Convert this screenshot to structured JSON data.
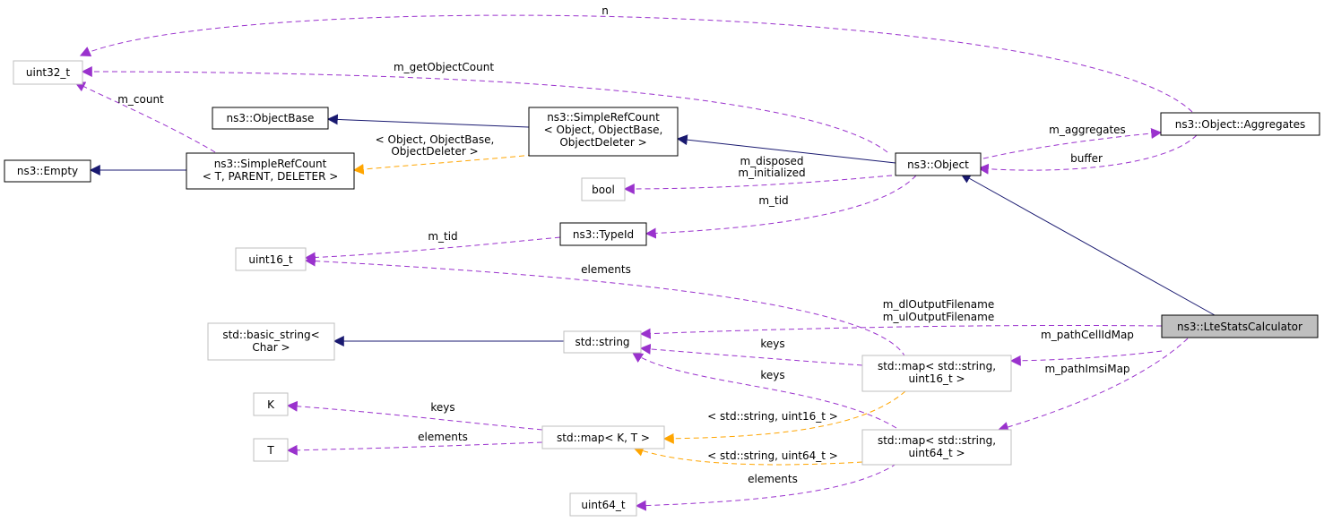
{
  "colors": {
    "inheritance": "#191970",
    "usage": "#9a32cd",
    "template": "#ffa500",
    "focus_fill": "#bfbfbf",
    "gray_border": "#bfbfbf"
  },
  "nodes": {
    "uint32": [
      "uint32_t"
    ],
    "objectbase": [
      "ns3::ObjectBase"
    ],
    "empty": [
      "ns3::Empty"
    ],
    "src_tpd": [
      "ns3::SimpleRefCount",
      "< T, PARENT, DELETER >"
    ],
    "src_obj": [
      "ns3::SimpleRefCount",
      "< Object, ObjectBase,",
      "ObjectDeleter >"
    ],
    "aggregates": [
      "ns3::Object::Aggregates"
    ],
    "object": [
      "ns3::Object"
    ],
    "bool": [
      "bool"
    ],
    "typeid": [
      "ns3::TypeId"
    ],
    "uint16": [
      "uint16_t"
    ],
    "lte": [
      "ns3::LteStatsCalculator"
    ],
    "basic_string": [
      "std::basic_string<",
      "Char >"
    ],
    "string": [
      "std::string"
    ],
    "map16": [
      "std::map< std::string,",
      "uint16_t >"
    ],
    "K": [
      "K"
    ],
    "T": [
      "T"
    ],
    "mapKT": [
      "std::map< K, T >"
    ],
    "map64": [
      "std::map< std::string,",
      "uint64_t >"
    ],
    "uint64": [
      "uint64_t"
    ]
  },
  "edge_labels": {
    "n": [
      "n"
    ],
    "get_object_count": [
      "m_getObjectCount"
    ],
    "m_count": [
      "m_count"
    ],
    "template_object": [
      "< Object, ObjectBase,",
      "ObjectDeleter >"
    ],
    "m_aggregates": [
      "m_aggregates"
    ],
    "buffer": [
      "buffer"
    ],
    "disposed_initialized": [
      "m_disposed",
      "m_initialized"
    ],
    "m_tid_object": [
      "m_tid"
    ],
    "m_tid_typeid": [
      "m_tid"
    ],
    "elements_map16": [
      "elements"
    ],
    "output_filenames": [
      "m_dlOutputFilename",
      "m_ulOutputFilename"
    ],
    "keys_map16": [
      "keys"
    ],
    "path_cellid_map": [
      "m_pathCellIdMap"
    ],
    "keys_map64": [
      "keys"
    ],
    "path_imsi_map": [
      "m_pathImsiMap"
    ],
    "keys_K": [
      "keys"
    ],
    "elements_T": [
      "elements"
    ],
    "template_uint16": [
      "< std::string, uint16_t >"
    ],
    "template_uint64": [
      "< std::string, uint64_t >"
    ],
    "elements_uint64": [
      "elements"
    ]
  }
}
